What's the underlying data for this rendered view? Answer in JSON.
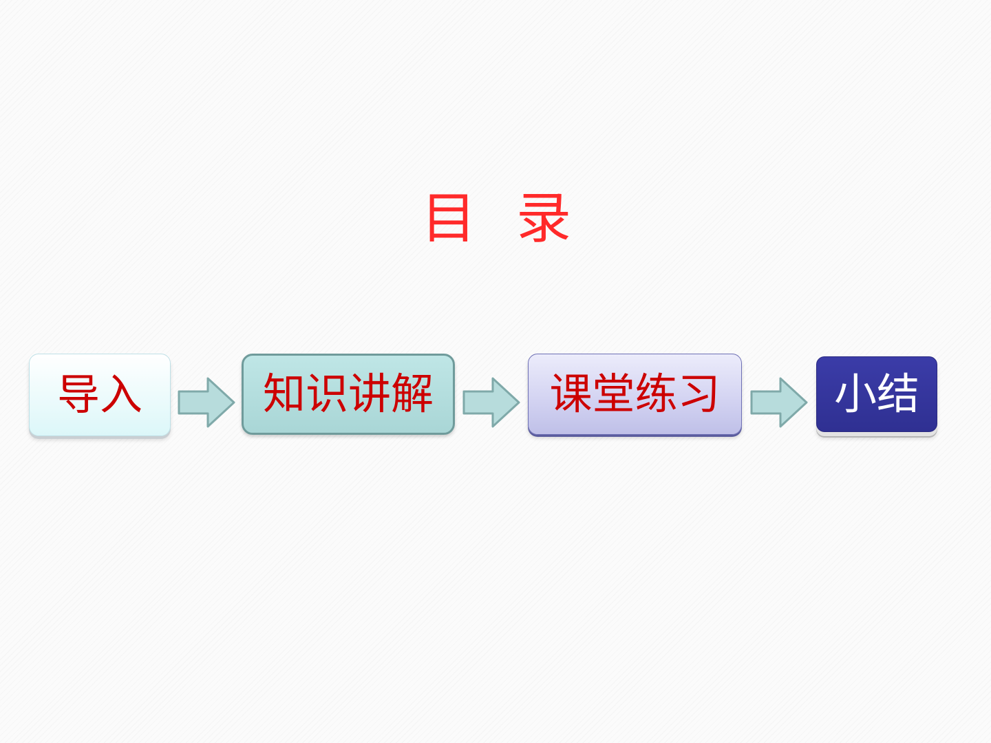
{
  "title": "目录",
  "colors": {
    "title": "#ff2a2a",
    "step_text_red": "#cc0000",
    "step_text_white": "#ffffff",
    "arrow_fill": "#b7dcdc",
    "arrow_stroke": "#7fa9a9"
  },
  "steps": [
    {
      "label": "导入",
      "text_color": "#cc0000"
    },
    {
      "label": "知识讲解",
      "text_color": "#cc0000"
    },
    {
      "label": "课堂练习",
      "text_color": "#cc0000"
    },
    {
      "label": "小结",
      "text_color": "#ffffff"
    }
  ],
  "connectors": [
    {
      "from": "导入",
      "to": "知识讲解",
      "icon": "right-arrow-icon"
    },
    {
      "from": "知识讲解",
      "to": "课堂练习",
      "icon": "right-arrow-icon"
    },
    {
      "from": "课堂练习",
      "to": "小结",
      "icon": "right-arrow-icon"
    }
  ]
}
